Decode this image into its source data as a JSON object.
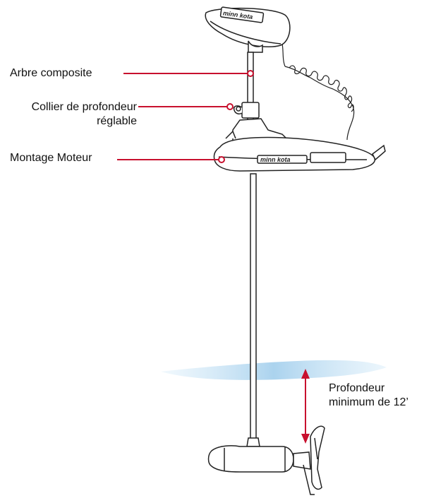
{
  "labels": {
    "shaft": "Arbre composite",
    "collar_line1": "Collier de profondeur",
    "collar_line2": "réglable",
    "mount": "Montage Moteur",
    "depth_line1": "Profondeur",
    "depth_line2": "minimum de 12’"
  },
  "brand_mark": "minn kota",
  "colors": {
    "callout": "#c8102e",
    "outline": "#222222",
    "water": "#a9d3ee",
    "text": "#111111"
  }
}
